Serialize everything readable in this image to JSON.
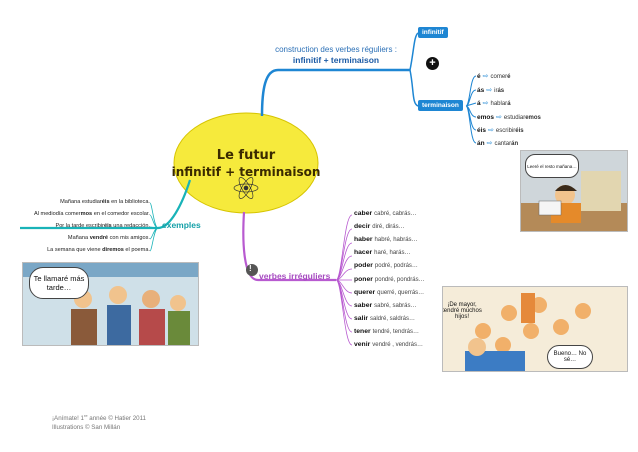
{
  "center": {
    "line1": "Le futur",
    "line2": "infinitif + terminaison"
  },
  "construction": {
    "line1": "construction des verbes réguliers :",
    "line2": "infinitif + terminaison",
    "tag_infinitif": "infinitif",
    "tag_terminaison": "terminaison",
    "plus_symbol": "+",
    "endings": [
      {
        "ending": "é",
        "example_pre": "comer",
        "example_hl": "é"
      },
      {
        "ending": "ás",
        "example_pre": "ir",
        "example_hl": "ás"
      },
      {
        "ending": "á",
        "example_pre": "hablar",
        "example_hl": "á"
      },
      {
        "ending": "emos",
        "example_pre": "estudiar",
        "example_hl": "emos"
      },
      {
        "ending": "éis",
        "example_pre": "escribir",
        "example_hl": "éis"
      },
      {
        "ending": "án",
        "example_pre": "cantar",
        "example_hl": "án"
      }
    ]
  },
  "exemples": {
    "label": "exemples",
    "items": [
      {
        "pre": "Mañana estudiar",
        "hl": "éis",
        "post": " en la biblioteca."
      },
      {
        "pre": "Al mediodía comer",
        "hl": "mos",
        "post": " en el comedor escolar."
      },
      {
        "pre": "Por la tarde escribir",
        "hl": "éis",
        "post": " una redacción."
      },
      {
        "pre": "Mañana ",
        "hl": "vendré",
        "post": " con mis amigos."
      },
      {
        "pre": "La semana que viene ",
        "hl": "diremos",
        "post": " el poema."
      }
    ]
  },
  "irreguliers": {
    "number": "!",
    "label": "verbes irréguliers",
    "items": [
      {
        "verb": "caber",
        "forms": "cabré, cabrás…"
      },
      {
        "verb": "decir",
        "forms": "diré, dirás…"
      },
      {
        "verb": "haber",
        "forms": "habré, habrás…"
      },
      {
        "verb": "hacer",
        "forms": "haré, harás…"
      },
      {
        "verb": "poder",
        "forms": "podré, podrás…"
      },
      {
        "verb": "poner",
        "forms": "pondré, pondrás…"
      },
      {
        "verb": "querer",
        "forms": "querré, querrás…"
      },
      {
        "verb": "saber",
        "forms": "sabré, sabrás…"
      },
      {
        "verb": "salir",
        "forms": "saldré, saldrás…"
      },
      {
        "verb": "tener",
        "forms": "tendré, tendrás…"
      },
      {
        "verb": "venir",
        "forms": "vendré , vendrás…"
      }
    ]
  },
  "comics": {
    "top_right_bubble": "Leeré el resto mañana…",
    "left_bubble": "Te llamaré más tarde…",
    "bottom_right_bubble1": "¡De mayor, tendré muchos hijos!",
    "bottom_right_bubble2": "Bueno… No sé…"
  },
  "footer": {
    "line1_pre": "¡Anímate! 1",
    "line1_sup": "re",
    "line1_post": " année © Hatier 2011",
    "line2": "Illustrations © San Millán"
  },
  "colors": {
    "center_fill": "#f6ea3c",
    "blue_branch": "#1e86d3",
    "teal_branch": "#19b3b8",
    "purple_branch": "#b85ad0"
  }
}
